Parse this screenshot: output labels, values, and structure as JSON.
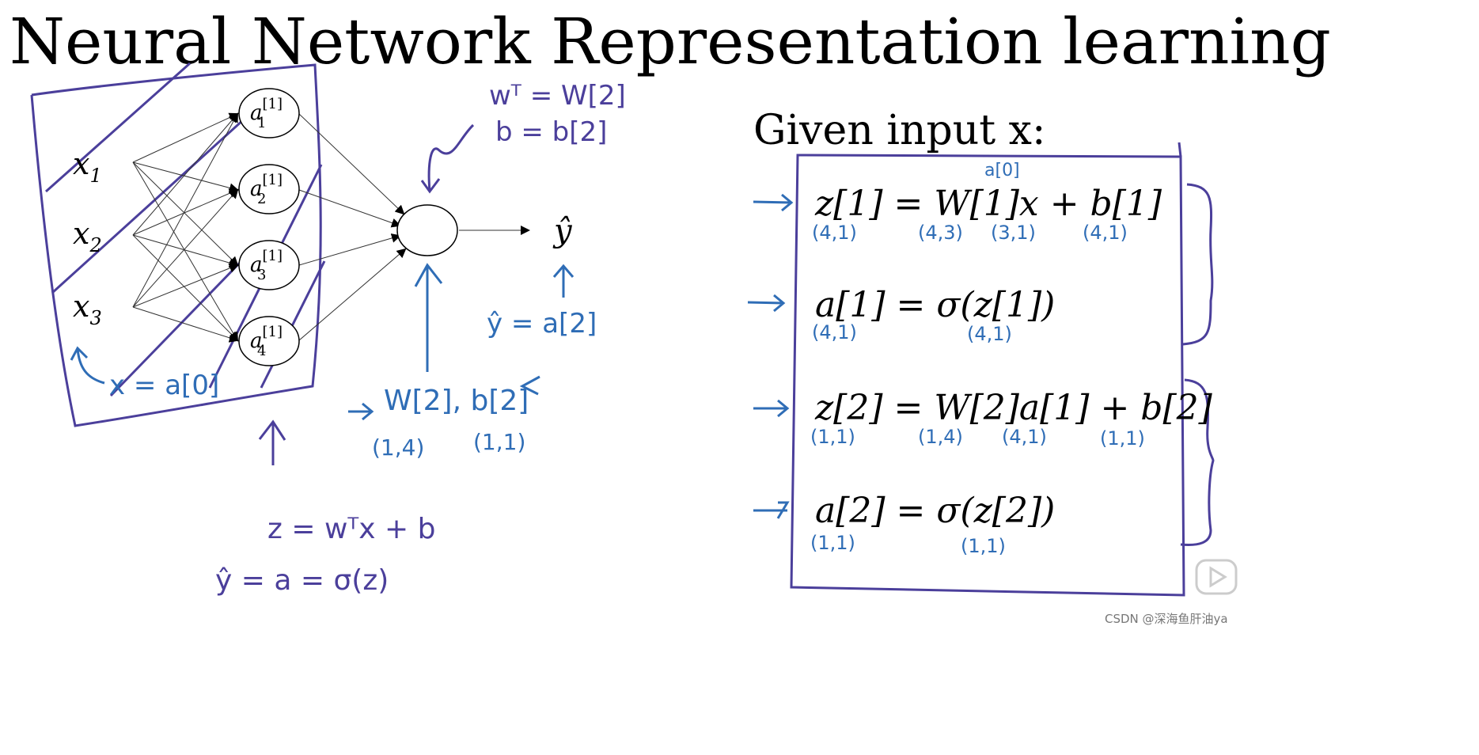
{
  "title": "Neural Network Representation learning",
  "colors": {
    "ink": "#000000",
    "purple_pen": "#4b3f9b",
    "blue_pen": "#2f6db6",
    "watermark": "#777777"
  },
  "network": {
    "inputs": [
      {
        "base": "x",
        "sub": "1"
      },
      {
        "base": "x",
        "sub": "2"
      },
      {
        "base": "x",
        "sub": "3"
      }
    ],
    "hidden": [
      {
        "base": "a",
        "sup": "[1]",
        "sub": "1"
      },
      {
        "base": "a",
        "sup": "[1]",
        "sub": "2"
      },
      {
        "base": "a",
        "sup": "[1]",
        "sub": "3"
      },
      {
        "base": "a",
        "sup": "[1]",
        "sub": "4"
      }
    ],
    "output_label": "ŷ"
  },
  "annotations": {
    "wt_eq": "wᵀ = W[2]",
    "b_eq": "b = b[2]",
    "x_eq_a0": "x = a[0]",
    "yhat_eq_a2": "ŷ = a[2]",
    "w2_b2": "W[2], b[2]",
    "dim_w2": "(1,4)",
    "dim_b2": "(1,1)",
    "z_eq": "z = wᵀx + b",
    "yhat_eq": "ŷ = a = σ(z)"
  },
  "right_panel": {
    "heading": "Given input x:",
    "equations": [
      {
        "text": "z[1] = W[1]x + b[1]",
        "dims": [
          "(4,1)",
          "(4,3)",
          "(3,1)",
          "(4,1)"
        ],
        "note": "a[0]"
      },
      {
        "text": "a[1] = σ(z[1])",
        "dims": [
          "(4,1)",
          "(4,1)"
        ]
      },
      {
        "text": "z[2] = W[2]a[1] + b[2]",
        "dims": [
          "(1,1)",
          "(1,4)",
          "(4,1)",
          "(1,1)"
        ]
      },
      {
        "text": "a[2] = σ(z[2])",
        "dims": [
          "(1,1)",
          "(1,1)"
        ]
      }
    ]
  },
  "watermark": "CSDN @深海鱼肝油ya"
}
